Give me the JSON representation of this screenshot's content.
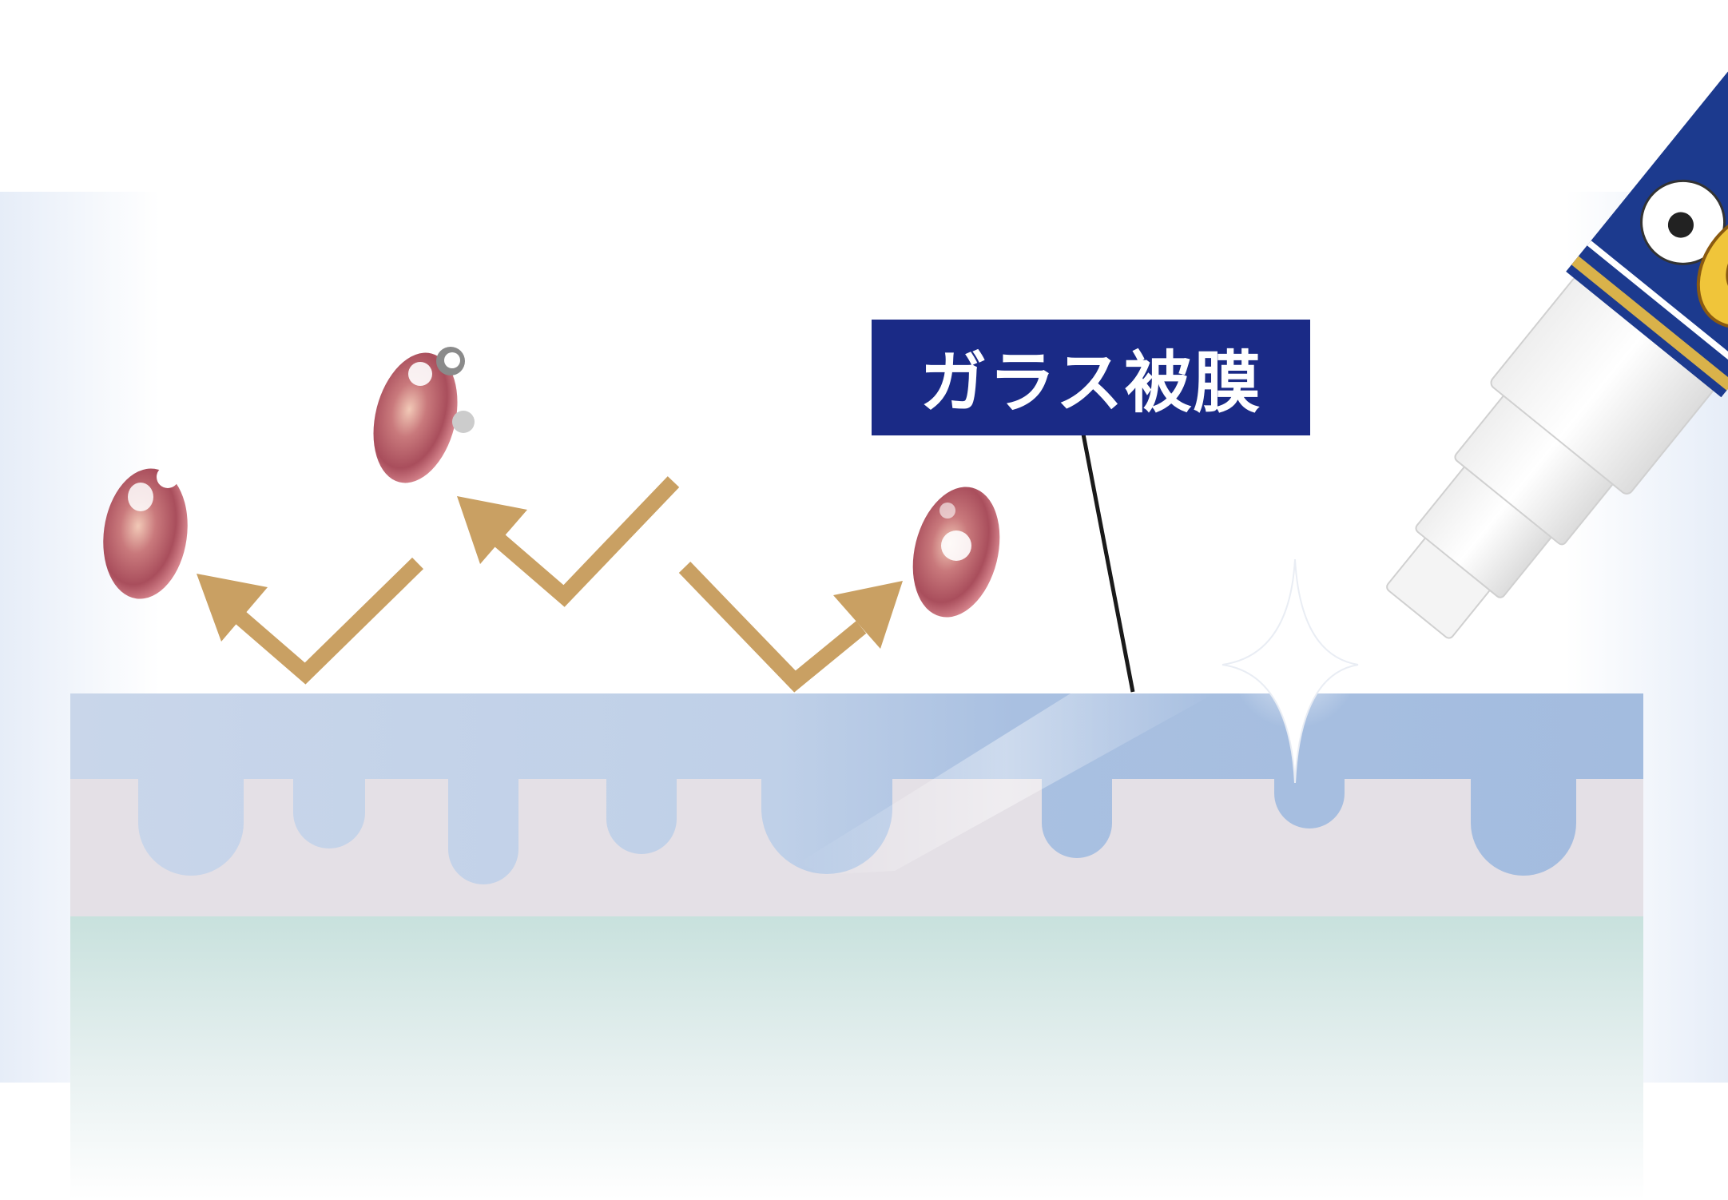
{
  "callout": {
    "label": "ガラス被膜"
  },
  "illustration": {
    "layers": [
      "glass-coating",
      "paint-surface",
      "base-layer"
    ],
    "particles": [
      "dirt-particle",
      "dirt-particle",
      "dirt-particle"
    ],
    "arrows": [
      "repel-arrow",
      "repel-arrow",
      "repel-arrow"
    ],
    "tool": "applicator-pen",
    "colors": {
      "coating": "#a7bfe0",
      "paint": "#e4e0e6",
      "base_top": "#c8e1dd",
      "arrow": "#c9a063",
      "particle": "#c86a78",
      "callout_bg": "#1a2a86",
      "pen_band": "#1c3a8e"
    }
  }
}
